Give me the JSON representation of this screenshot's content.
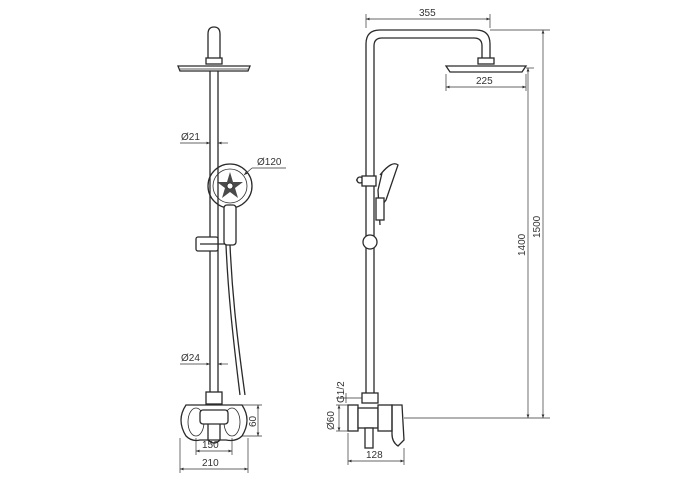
{
  "front_view": {
    "dim_rod_diameter": "Ø21",
    "dim_handshower_diameter": "Ø120",
    "dim_lower_diameter": "Ø24",
    "dim_mixer_height": "60",
    "dim_mixer_inner_width": "150",
    "dim_mixer_outer_width": "210"
  },
  "side_view": {
    "dim_arm_reach": "355",
    "dim_head_diameter": "225",
    "dim_total_height": "1500",
    "dim_rail_height": "1400",
    "dim_connector_thread": "G1/2",
    "dim_escutcheon_diameter": "Ø60",
    "dim_wall_projection": "128"
  },
  "colors": {
    "line": "#2a2a2a",
    "background": "#ffffff"
  }
}
